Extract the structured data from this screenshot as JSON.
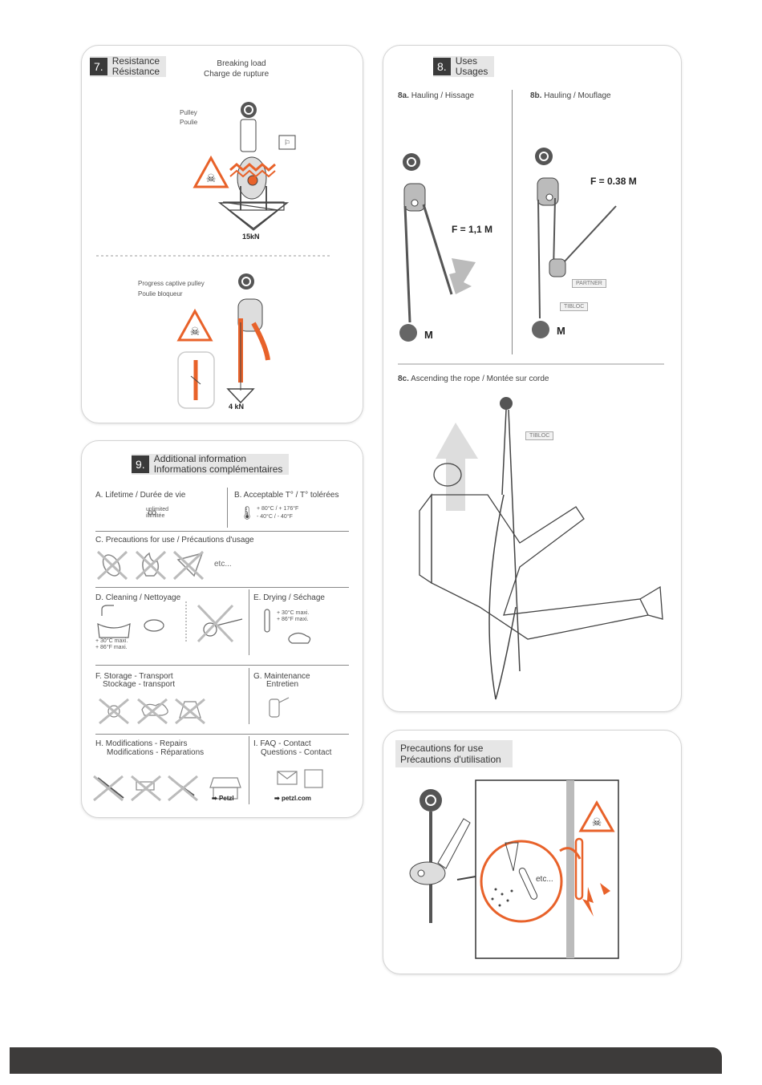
{
  "s7": {
    "num": "7.",
    "title1": "Resistance",
    "title2": "Résistance",
    "breaking1": "Breaking load",
    "breaking2": "Charge de rupture",
    "pulley1": "Pulley",
    "pulley2": "Poulie",
    "load1": "15kN",
    "progress1": "Progress captive pulley",
    "progress2": "Poulie bloqueur",
    "load2": "4 kN"
  },
  "s8": {
    "num": "8.",
    "title1": "Uses",
    "title2": "Usages",
    "a_key": "8a.",
    "a_label": "Hauling / Hissage",
    "b_key": "8b.",
    "b_label": "Hauling / Mouflage",
    "force_a": "F = 1,1 M",
    "force_b": "F = 0.38 M",
    "mass": "M",
    "partner": "PARTNER",
    "tibloc": "TIBLOC",
    "c_key": "8c.",
    "c_label": "Ascending the rope / Montée sur corde"
  },
  "s9": {
    "num": "9.",
    "title1": "Additional information",
    "title2": "Informations complémentaires",
    "A": "A. Lifetime / Durée de vie",
    "A_val1": "unlimited",
    "A_val2": "illimitée",
    "B": "B. Acceptable T° / T° tolérées",
    "B_val1": "+ 80°C / + 176°F",
    "B_val2": "- 40°C / - 40°F",
    "C": "C. Precautions for use / Précautions d'usage",
    "C_etc": "etc...",
    "D": "D. Cleaning / Nettoyage",
    "D_val1": "+ 30°C maxi.",
    "D_val2": "+ 86°F maxi.",
    "E": "E. Drying / Séchage",
    "E_val1": "+ 30°C maxi.",
    "E_val2": "+ 86°F maxi.",
    "F1": "F. Storage - Transport",
    "F2": "Stockage - transport",
    "G1": "G. Maintenance",
    "G2": "Entretien",
    "H1": "H. Modifications - Repairs",
    "H2": "Modifications - Réparations",
    "I1": "I. FAQ - Contact",
    "I2": "Questions - Contact",
    "petzl": "Petzl",
    "petzl_url": "petzl.com"
  },
  "prec": {
    "title1": "Precautions for use",
    "title2": "Précautions d'utilisation",
    "etc": "etc..."
  },
  "colors": {
    "accent": "#e8622a",
    "dark": "#3d3b3a",
    "badge_bg": "#e6e6e6"
  }
}
